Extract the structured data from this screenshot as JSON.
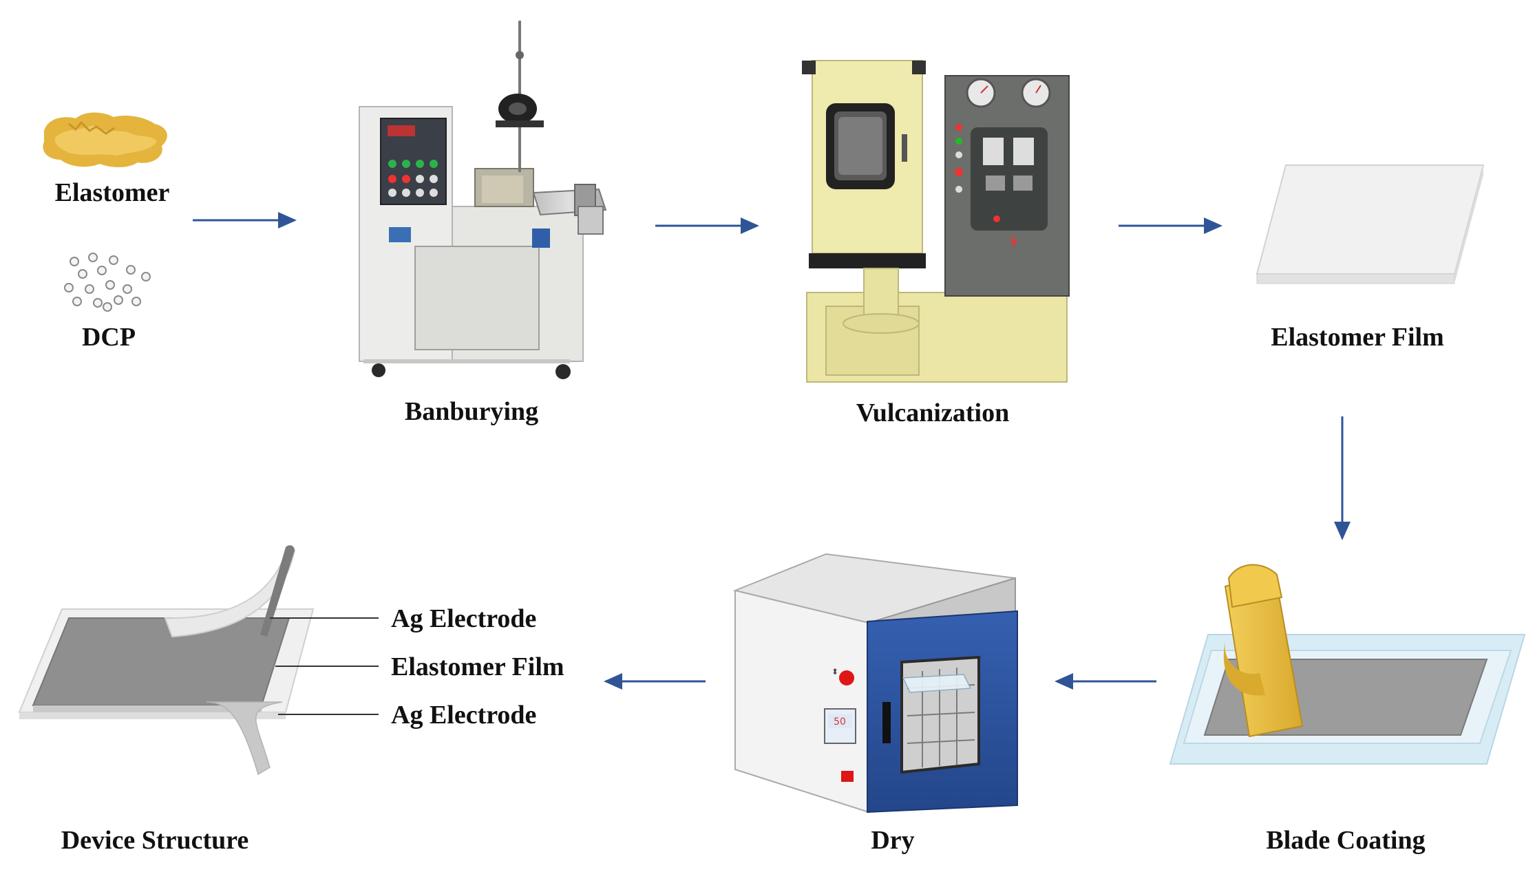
{
  "labels": {
    "elastomer": "Elastomer",
    "dcp": "DCP",
    "banburying": "Banburying",
    "vulcanization": "Vulcanization",
    "elastomer_film": "Elastomer Film",
    "blade_coating": "Blade Coating",
    "dry": "Dry",
    "device_structure": "Device Structure",
    "oven_display": "50"
  },
  "callouts": {
    "ag_top": "Ag Electrode",
    "film": "Elastomer Film",
    "ag_bottom": "Ag Electrode"
  },
  "colors": {
    "arrow": "#2f5597",
    "machine_body": "#e9e9e4",
    "press_body": "#ece7a8",
    "oven_door": "#2b4f98",
    "blade": "#e7bd44",
    "film_base": "#d8ecf6"
  }
}
